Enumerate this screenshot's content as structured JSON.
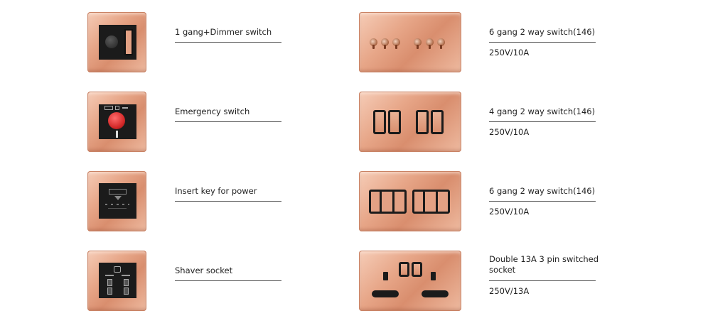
{
  "items_left": [
    {
      "name": "1 gang+Dimmer switch"
    },
    {
      "name": "Emergency switch"
    },
    {
      "name": "Insert key for power"
    },
    {
      "name": "Shaver socket"
    }
  ],
  "items_right": [
    {
      "name": "6 gang 2 way switch(146)",
      "spec": "250V/10A"
    },
    {
      "name": "4 gang 2 way switch(146)",
      "spec": "250V/10A"
    },
    {
      "name": "6 gang 2 way switch(146)",
      "spec": "250V/10A"
    },
    {
      "name": "Double 13A 3 pin switched socket",
      "spec": "250V/13A"
    }
  ],
  "colors": {
    "plate": "#e7a688",
    "insert": "#1b1b1b",
    "emergency_button": "#e03a3a",
    "rule": "#555555"
  },
  "icons": [
    "dimmer-knob-icon",
    "rocker-switch-icon",
    "emergency-button-icon",
    "keycard-slot-icon",
    "shaver-socket-icon",
    "toggle-switch-icon",
    "three-pin-socket-icon"
  ]
}
